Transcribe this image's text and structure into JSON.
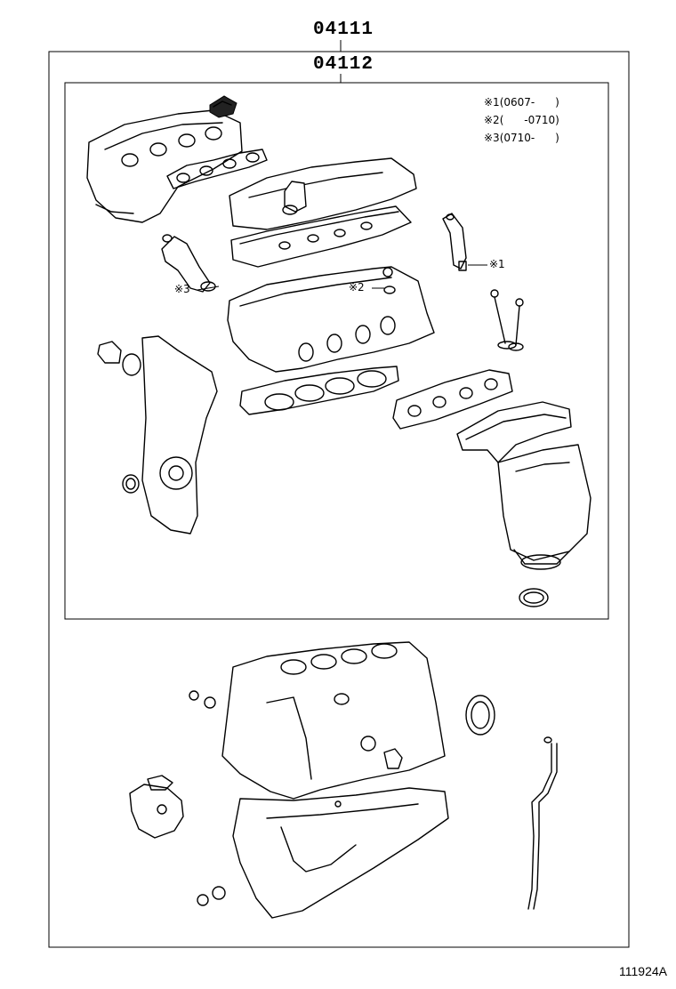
{
  "outer_kit_code": "04111",
  "inner_kit_code": "04112",
  "notes": [
    "※1(0607-      )",
    "※2(      -0710)",
    "※3(0710-      )"
  ],
  "callouts": {
    "c1": "※1",
    "c2": "※2",
    "c3": "※3"
  },
  "illustration_id": "111924A"
}
